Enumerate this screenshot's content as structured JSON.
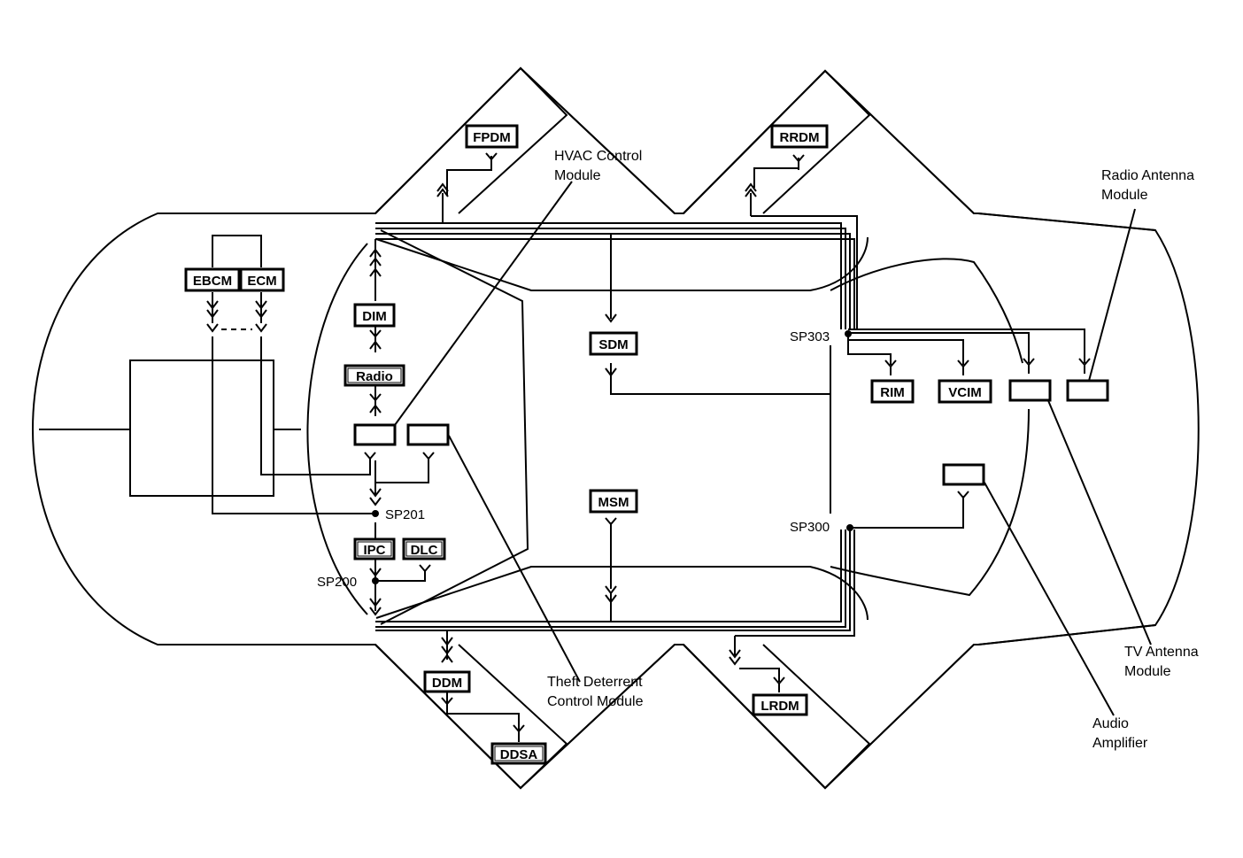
{
  "colors": {
    "ink": "#000000",
    "paper": "#ffffff"
  },
  "modules": {
    "fpdm": "FPDM",
    "rrdm": "RRDM",
    "ebcm": "EBCM",
    "ecm": "ECM",
    "dim": "DIM",
    "radio": "Radio",
    "sdm": "SDM",
    "rim": "RIM",
    "vcim": "VCIM",
    "msm": "MSM",
    "ipc": "IPC",
    "dlc": "DLC",
    "ddm": "DDM",
    "ddsa": "DDSA",
    "lrdm": "LRDM"
  },
  "splices": {
    "sp201": "SP201",
    "sp200": "SP200",
    "sp303": "SP303",
    "sp300": "SP300"
  },
  "callouts": {
    "hvac": [
      "HVAC Control",
      "Module"
    ],
    "theft": [
      "Theft Deterrent",
      "Control Module"
    ],
    "radio_antenna": [
      "Radio Antenna",
      "Module"
    ],
    "tv_antenna": [
      "TV Antenna",
      "Module"
    ],
    "audio_amp": [
      "Audio",
      "Amplifier"
    ]
  }
}
